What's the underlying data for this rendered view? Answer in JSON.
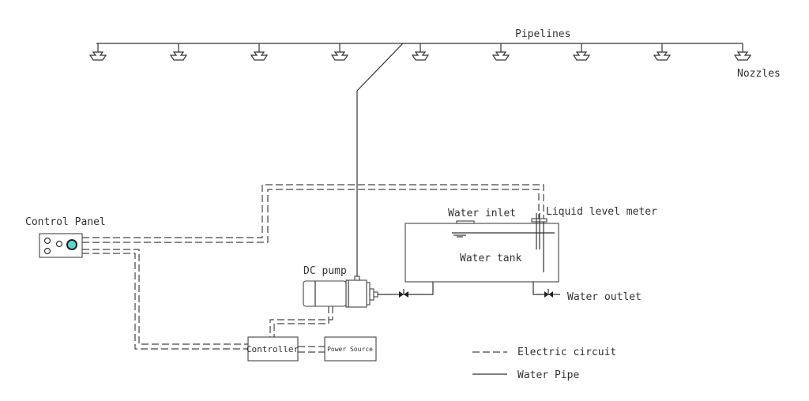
{
  "labels": {
    "pipelines": "Pipelines",
    "nozzles": "Nozzles",
    "control_panel": "Control Panel",
    "dc_pump": "DC pump",
    "controller": "Controller",
    "power_source": "Power Source",
    "water_inlet": "Water inlet",
    "liquid_level_meter": "Liquid level meter",
    "water_tank": "Water tank",
    "water_outlet": "Water outlet"
  },
  "legend": [
    {
      "style": "dashed",
      "label": "Electric circuit"
    },
    {
      "style": "solid",
      "label": "Water Pipe"
    }
  ],
  "nozzle_count": 9,
  "colors": {
    "line": "#333333",
    "indicator": "#5fd3d0"
  }
}
